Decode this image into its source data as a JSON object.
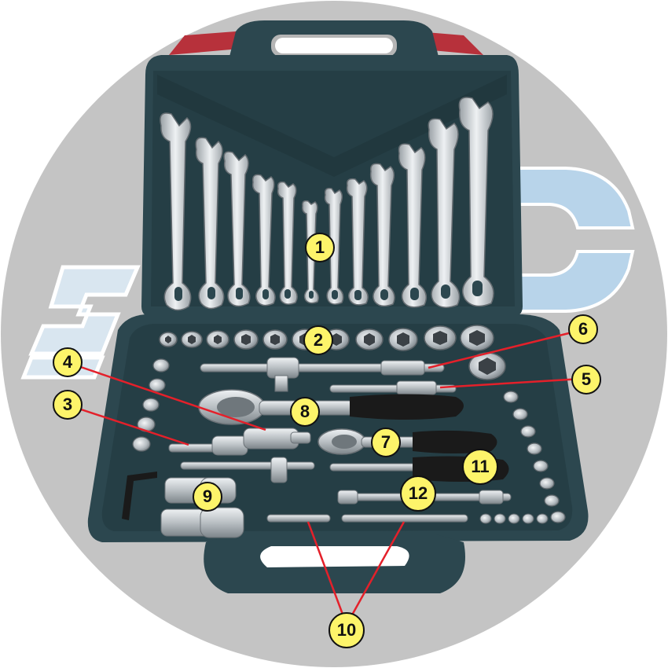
{
  "image": {
    "description_free": true,
    "colors": {
      "backdrop_circle": "#c4c4c4",
      "case": "#2c474f",
      "case_dark": "#1f353b",
      "handle_red": "#b7313b",
      "chrome": "#d3d7da",
      "chrome_dark": "#8a9196",
      "grip": "#1a1a1a",
      "callout_fill": "#fdf46a",
      "leader_line": "#e4202a",
      "logo_blue": "#b8d4ea"
    },
    "callouts": [
      {
        "id": "1",
        "label": "1"
      },
      {
        "id": "2",
        "label": "2"
      },
      {
        "id": "3",
        "label": "3"
      },
      {
        "id": "4",
        "label": "4"
      },
      {
        "id": "5",
        "label": "5"
      },
      {
        "id": "6",
        "label": "6"
      },
      {
        "id": "7",
        "label": "7"
      },
      {
        "id": "8",
        "label": "8"
      },
      {
        "id": "9",
        "label": "9"
      },
      {
        "id": "10",
        "label": "10"
      },
      {
        "id": "11",
        "label": "11"
      },
      {
        "id": "12",
        "label": "12"
      }
    ]
  }
}
